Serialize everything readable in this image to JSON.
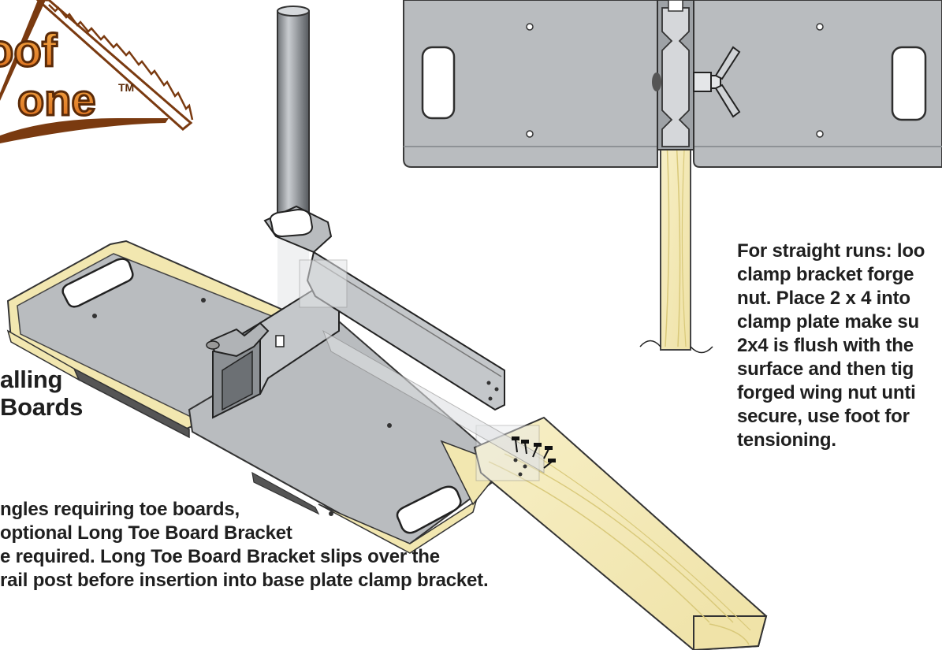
{
  "logo": {
    "text_line1": "oof",
    "text_line2": "one",
    "trademark": "TM"
  },
  "heading": {
    "lines": [
      "alling",
      "Boards"
    ]
  },
  "right_instructions": {
    "lines": [
      "For straight runs: loo",
      "clamp bracket forge",
      "nut. Place 2 x 4 into",
      "clamp plate make su",
      "2x4 is flush with the",
      "surface and then tig",
      "forged wing nut unti",
      "secure, use foot for",
      "tensioning."
    ]
  },
  "left_instructions": {
    "lines": [
      "ngles requiring toe boards,",
      "optional Long Toe Board Bracket",
      "e required. Long Toe Board Bracket slips over the",
      "rail post before insertion into base plate clamp bracket."
    ]
  },
  "colors": {
    "plate_gray": "#b9bcbf",
    "plate_edge": "#3a3a3a",
    "wood_yellow": "#f3e9b8",
    "wood_grain": "#d9c97a",
    "logo_orange": "#e07a1e",
    "logo_brown": "#7a3a10"
  }
}
